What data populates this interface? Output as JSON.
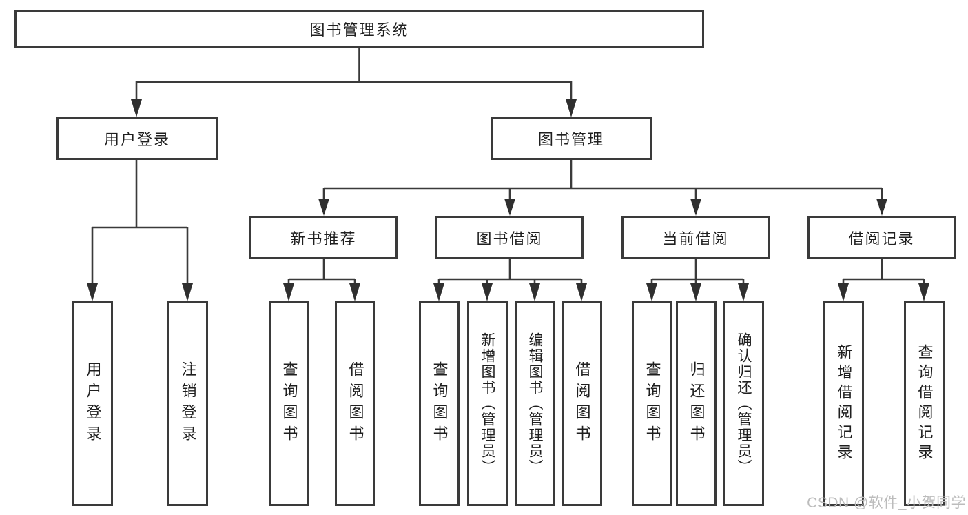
{
  "diagram": {
    "root": {
      "label": "图书管理系统"
    },
    "level2": [
      {
        "label": "用户登录"
      },
      {
        "label": "图书管理"
      }
    ],
    "level3": [
      {
        "label": "新书推荐",
        "parent": "图书管理"
      },
      {
        "label": "图书借阅",
        "parent": "图书管理"
      },
      {
        "label": "当前借阅",
        "parent": "图书管理"
      },
      {
        "label": "借阅记录",
        "parent": "图书管理"
      }
    ],
    "leaves": [
      {
        "label": "用户登录",
        "parent": "用户登录"
      },
      {
        "label": "注销登录",
        "parent": "用户登录"
      },
      {
        "label": "查询图书",
        "parent": "新书推荐"
      },
      {
        "label": "借阅图书",
        "parent": "新书推荐"
      },
      {
        "label": "查询图书",
        "parent": "图书借阅"
      },
      {
        "label": "新增图书（管理员）",
        "parent": "图书借阅"
      },
      {
        "label": "编辑图书（管理员）",
        "parent": "图书借阅"
      },
      {
        "label": "借阅图书",
        "parent": "图书借阅"
      },
      {
        "label": "查询图书",
        "parent": "当前借阅"
      },
      {
        "label": "归还图书",
        "parent": "当前借阅"
      },
      {
        "label": "确认归还（管理员）",
        "parent": "当前借阅"
      },
      {
        "label": "新增借阅记录",
        "parent": "借阅记录"
      },
      {
        "label": "查询借阅记录",
        "parent": "借阅记录"
      }
    ],
    "watermark": "CSDN @软件_小贺同学"
  }
}
